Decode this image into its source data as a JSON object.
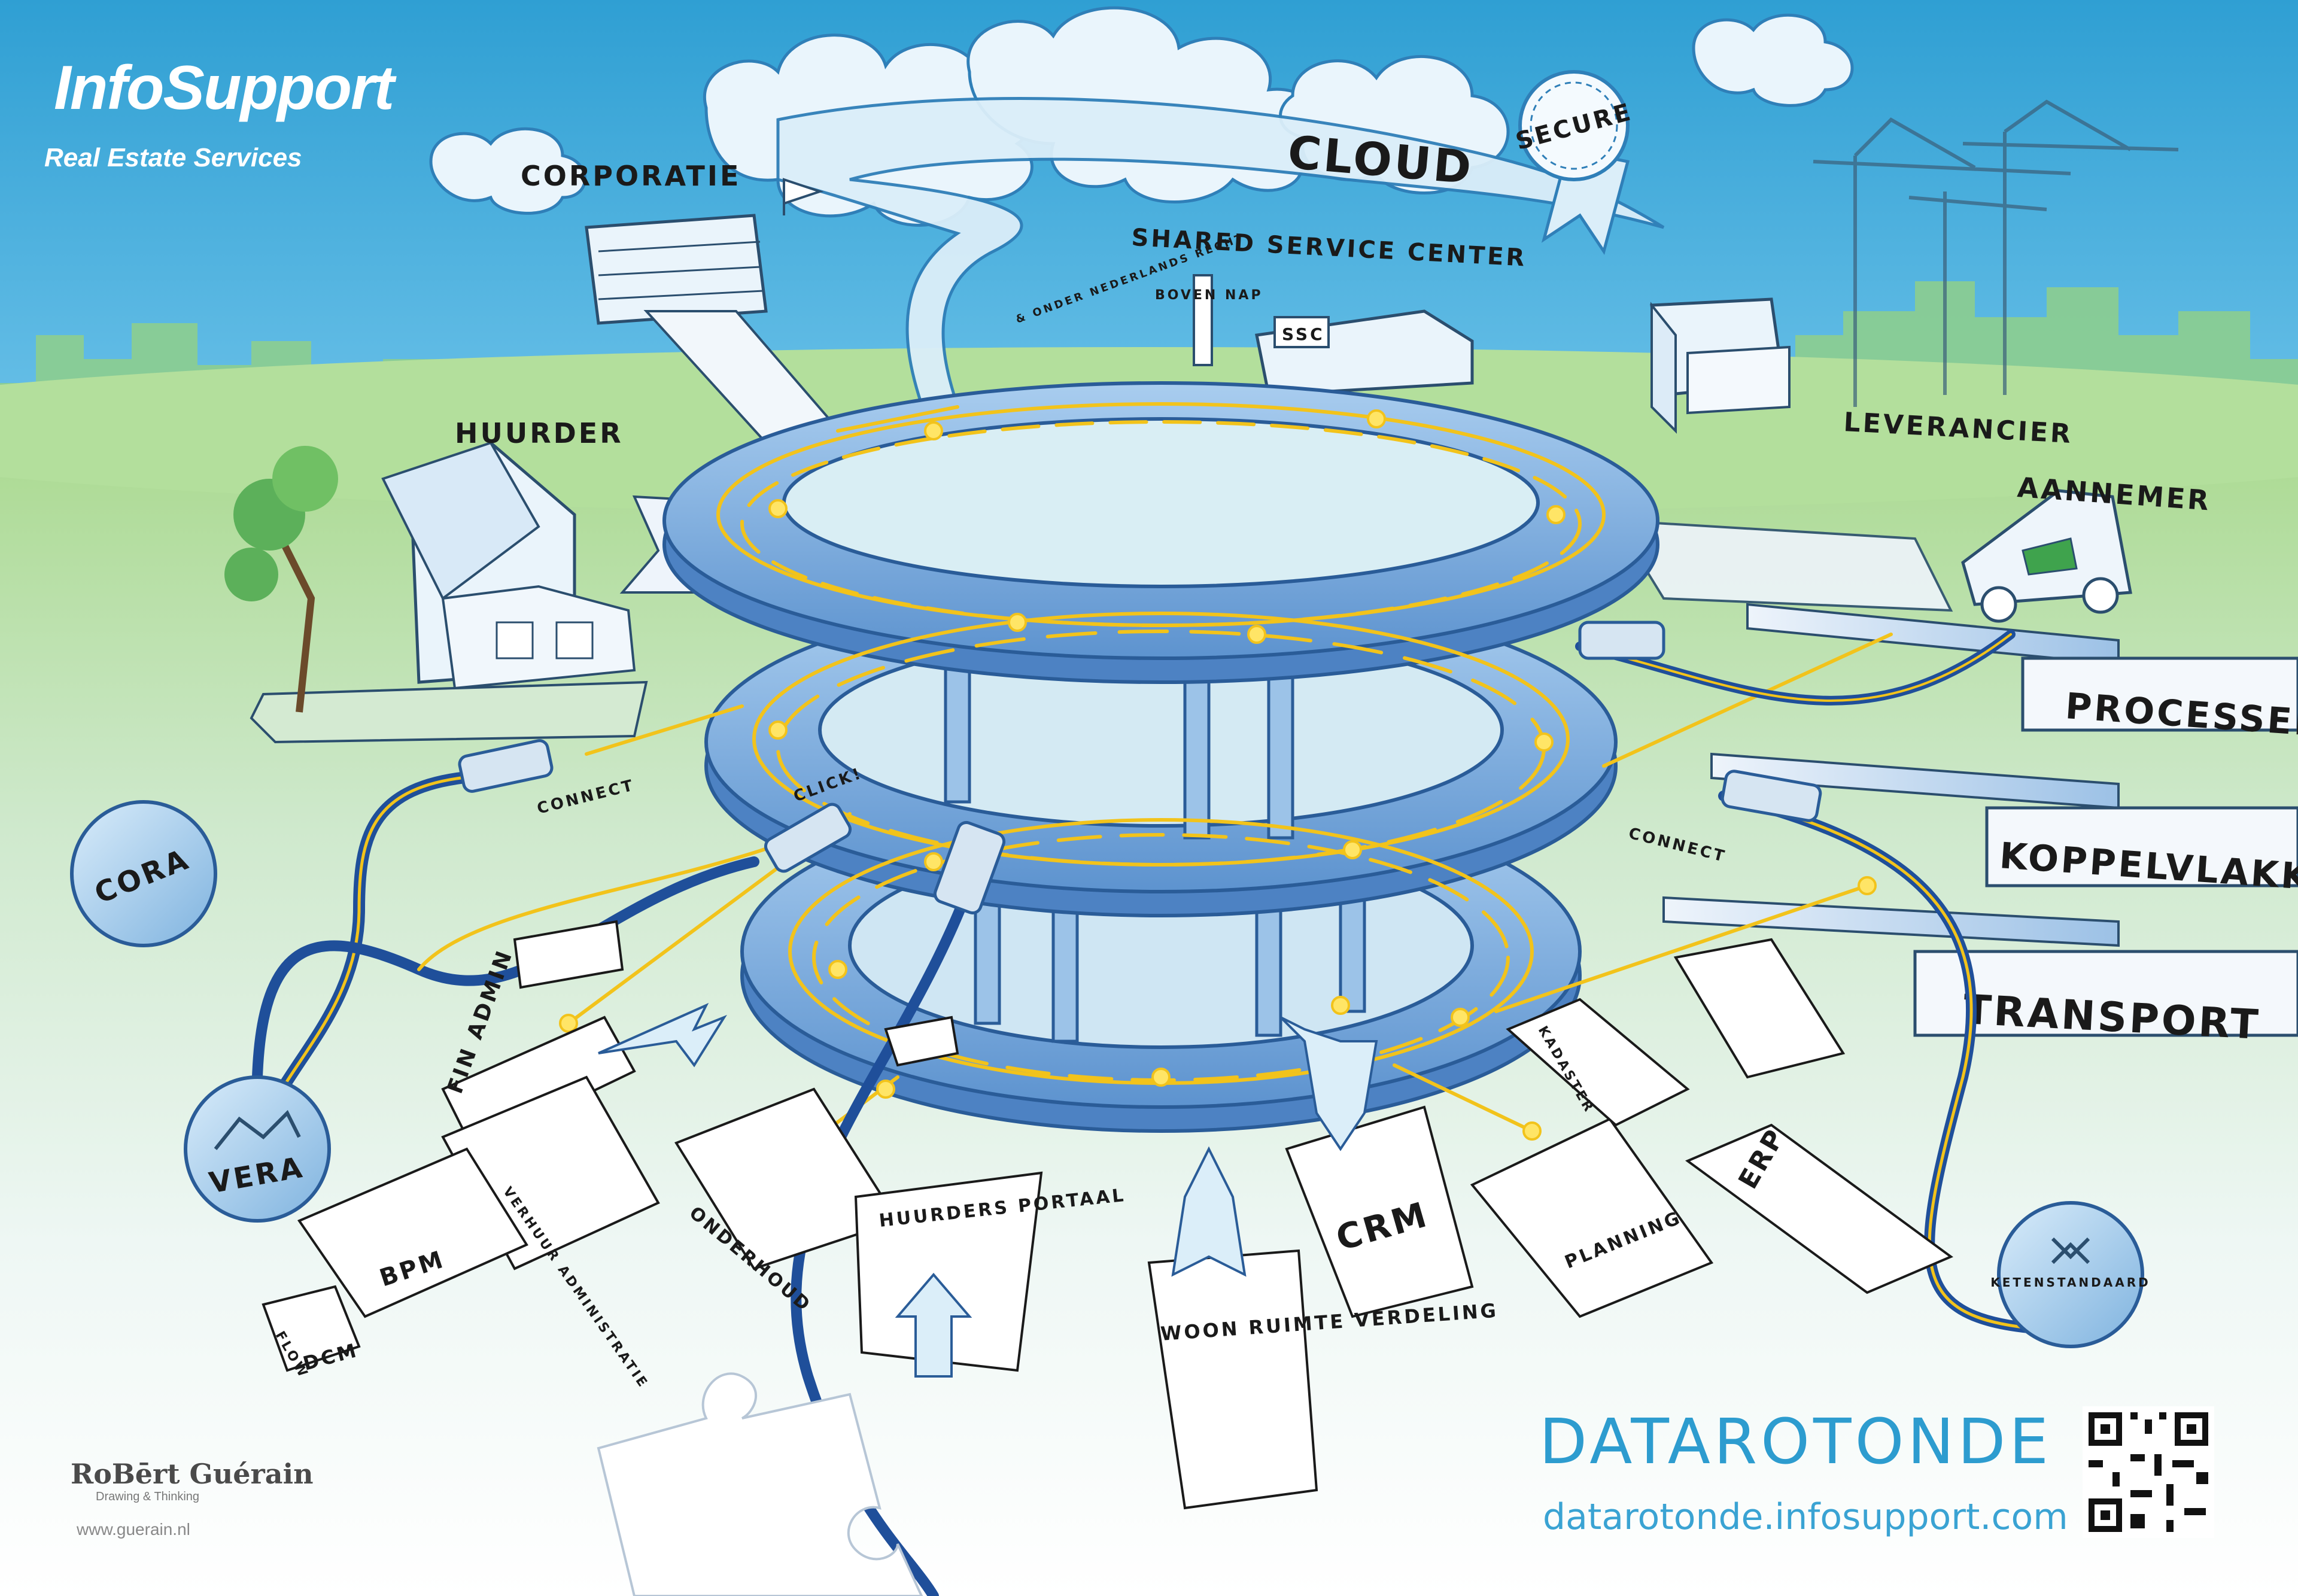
{
  "brand": {
    "logo": "InfoSupport",
    "subtitle": "Real Estate Services"
  },
  "stakeholders": {
    "corporatie": "CORPORATIE",
    "cloud": "CLOUD",
    "secure": "SECURE",
    "shared_service_center": "SHARED SERVICE CENTER",
    "ssc": "SSC",
    "boven_nap": "BOVEN NAP",
    "onder_recht": "& ONDER NEDERLANDS RECHT",
    "huurder": "HUURDER",
    "leverancier": "LEVERANCIER",
    "aannemer": "AANNEMER"
  },
  "layers": {
    "processen": "PROCESSEN",
    "koppelvlakken": "KOPPELVLAKKEN",
    "transport": "TRANSPORT"
  },
  "connectors": {
    "connect_left": "CONNECT",
    "connect_right": "CONNECT",
    "click": "CLICK!"
  },
  "standards": {
    "cora": "CORA",
    "vera": "VERA",
    "ketenstandaard": "KETENSTANDAARD"
  },
  "modules": {
    "fin_admin": "FIN ADMIN",
    "verhuur": "VERHUUR ADMINISTRATIE",
    "onderhoud": "ONDERHOUD",
    "huurders_portaal": "HUURDERS PORTAAL",
    "woonruimte": "WOON RUIMTE VERDELING",
    "crm": "CRM",
    "planning": "PLANNING",
    "kadaster": "KADASTER",
    "erp": "ERP",
    "bpm": "BPM",
    "flow": "FLOW",
    "dcm": "DCM"
  },
  "footer": {
    "title": "DATAROTONDE",
    "url": "datarotonde.infosupport.com",
    "artist": "RoBērt Guérain",
    "artist_tagline": "Drawing & Thinking",
    "artist_url": "www.guerain.nl"
  },
  "colors": {
    "sky": "#2f9fd3",
    "ground": "#c9e8c0",
    "ring": "#7fb3df",
    "ring_edge": "#3d78b8",
    "circuit": "#f2c31b",
    "cable": "#1f4f9a",
    "title": "#2d9ccf"
  }
}
